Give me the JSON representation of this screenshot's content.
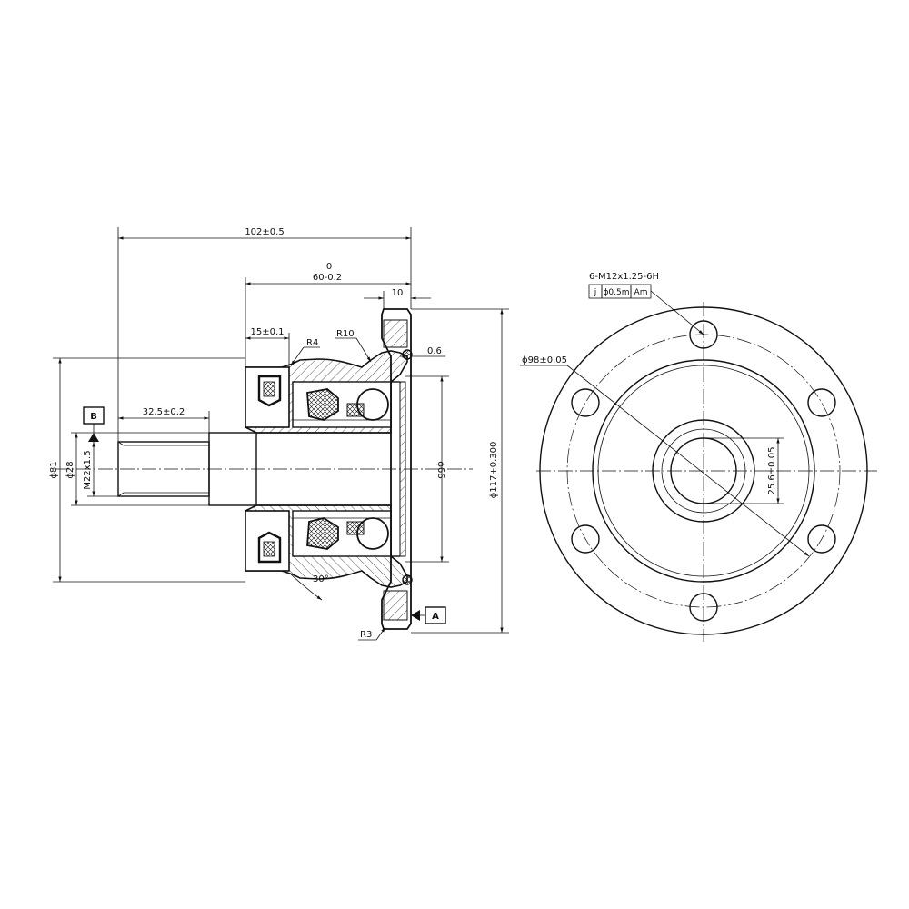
{
  "dimensions": {
    "overall_length": "102±0.5",
    "flange_offset_top": "0",
    "flange_offset_bottom": "60-0.2",
    "flange_thickness": "10",
    "seal_width": "15±0.1",
    "radius_r4": "R4",
    "radius_r10": "R10",
    "gap": "0.6",
    "thread_length": "32.5±0.2",
    "dia_81": "ϕ81",
    "dia_28": "ϕ28",
    "thread_spec": "M22x1.5",
    "dia_66": "ϕ66",
    "dia_117": "ϕ117+0.300",
    "chamfer_angle": "30°",
    "radius_r3": "R3",
    "bolt_holes": "6-M12x1.25-6H",
    "pitch_circle": "ϕ98±0.05",
    "spline": "25.6±0.05"
  },
  "datums": {
    "a": "A",
    "b": "B"
  },
  "tolerance_frame": {
    "symbol": "j",
    "value": "ϕ0.5m",
    "refs": "Am"
  }
}
